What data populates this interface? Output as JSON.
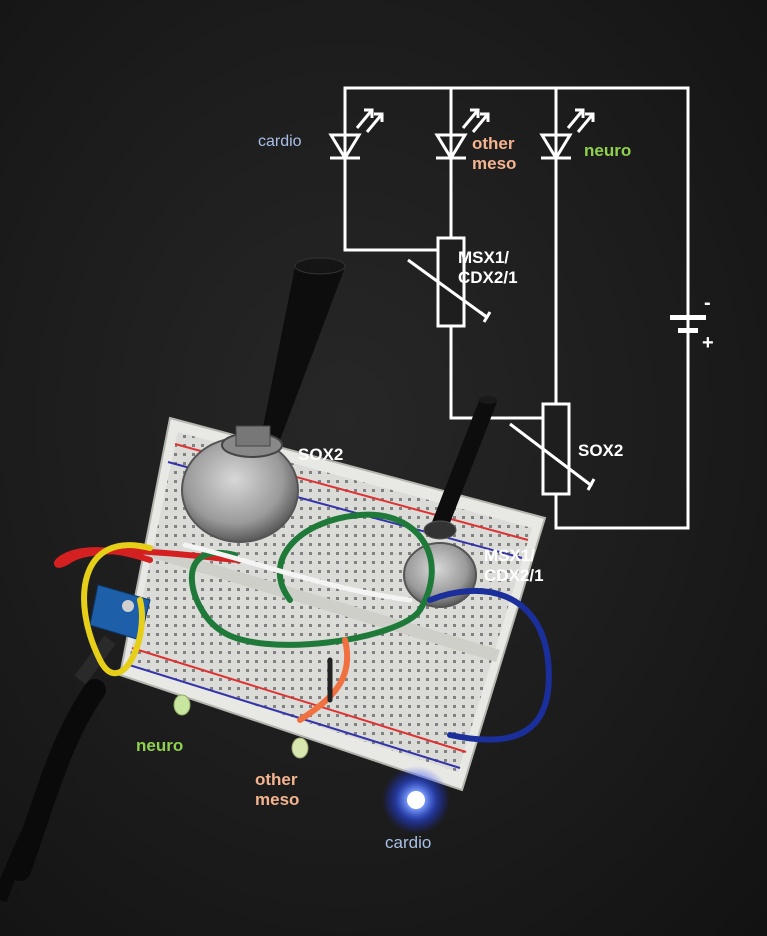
{
  "schematic": {
    "led_labels": {
      "cardio": "cardio",
      "other_meso": "other\nmeso",
      "neuro": "neuro"
    },
    "resistor_labels": {
      "msx1": "MSX1/\nCDX2/1",
      "sox2": "SOX2"
    },
    "battery_signs": {
      "minus": "-",
      "plus": "+"
    }
  },
  "photo": {
    "knob_labels": {
      "sox2": "SOX2",
      "msx1": "MSX1/\nCDX2/1"
    },
    "led_labels": {
      "neuro": "neuro",
      "other_meso": "other\nmeso",
      "cardio": "cardio"
    }
  },
  "colors": {
    "background": "#1e1e1e",
    "schematic_line": "#ffffff",
    "cardio_label": "#a8bfe6",
    "other_meso_label": "#f3b48f",
    "neuro_label": "#8fd04f",
    "wire_red": "#d42020",
    "wire_green": "#1f7a3a",
    "wire_yellow": "#e6cf19",
    "wire_blue": "#1b2f9c",
    "wire_orange": "#f07040",
    "led_cardio_glow": "#3b6bff"
  }
}
